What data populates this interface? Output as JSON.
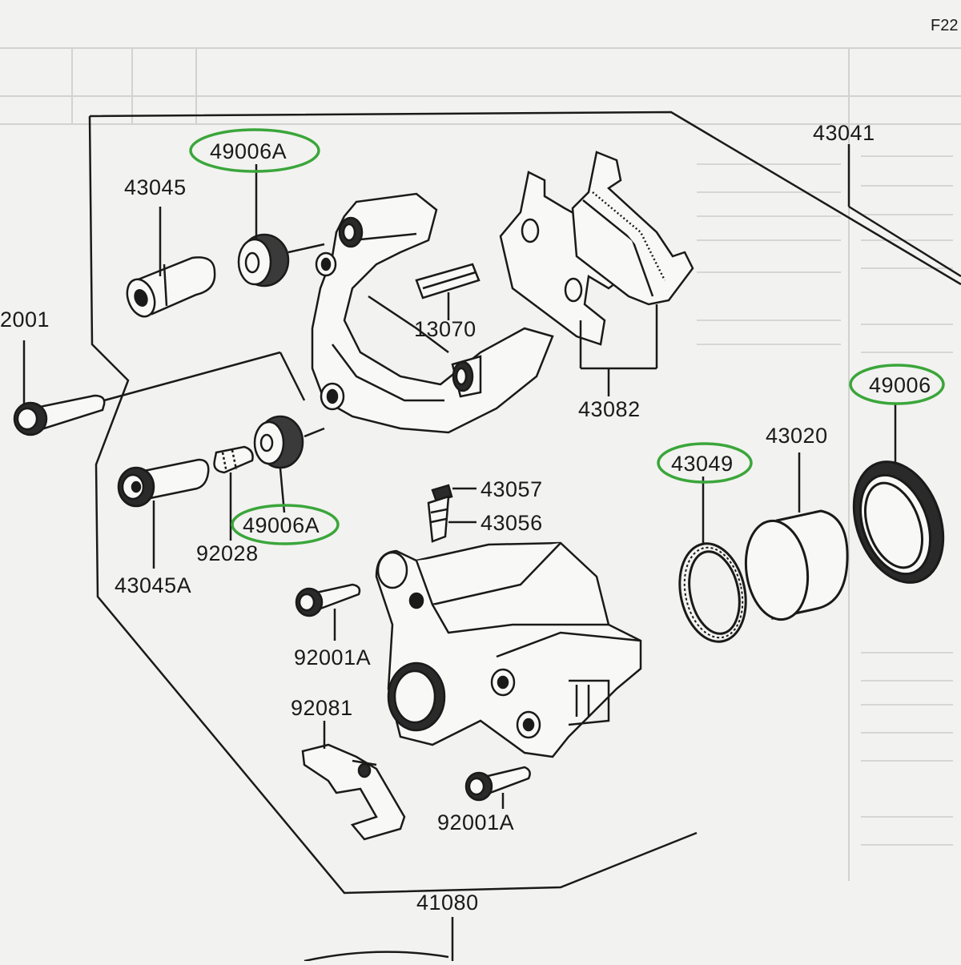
{
  "page_ref": "F22",
  "part_labels": {
    "p49006A_top": "49006A",
    "p43045": "43045",
    "p43041": "43041",
    "p12001": "2001",
    "p13070": "13070",
    "p43082": "43082",
    "p49006": "49006",
    "p43020": "43020",
    "p43049": "43049",
    "p43057": "43057",
    "p43056": "43056",
    "p49006A_bottom": "49006A",
    "p92028": "92028",
    "p43045A": "43045A",
    "p92001A_left": "92001A",
    "p92081": "92081",
    "p92001A_bottom": "92001A",
    "p41080": "41080"
  },
  "colors": {
    "highlight_ellipse": "#3aa63a",
    "line": "#1a1a1a",
    "paper": "#f2f2f0"
  }
}
